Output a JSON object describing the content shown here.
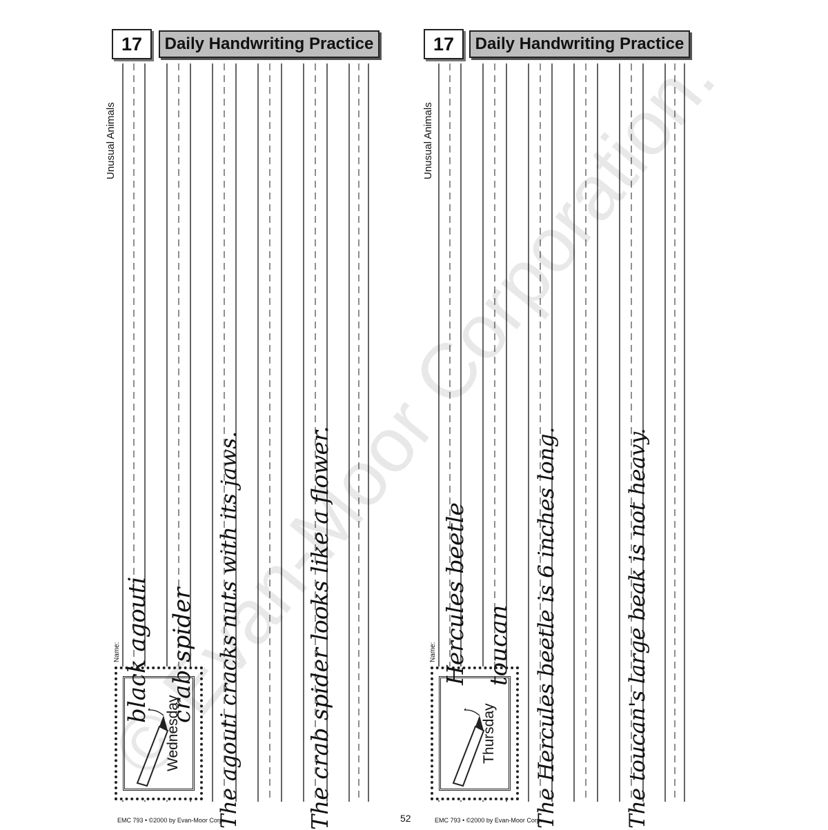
{
  "left": {
    "lesson_number": "17",
    "title": "Daily Handwriting Practice",
    "topic": "Unusual Animals",
    "name_label": "Name:",
    "day": "Wednesday",
    "lines": [
      "black agouti",
      "crab spider",
      "The agouti cracks nuts with its jaws.",
      "The crab spider looks like a flower."
    ],
    "footer": "EMC 793 • ©2000 by Evan-Moor Corp."
  },
  "right": {
    "lesson_number": "17",
    "title": "Daily Handwriting Practice",
    "topic": "Unusual Animals",
    "name_label": "Name:",
    "day": "Thursday",
    "lines": [
      "Hercules beetle",
      "toucan",
      "The Hercules beetle is 6 inches long.",
      "The toucan's large beak is not heavy."
    ],
    "footer": "EMC 793 • ©2000 by Evan-Moor Corp."
  },
  "page_number": "52",
  "watermark": "© Evan-Moor Corporation."
}
